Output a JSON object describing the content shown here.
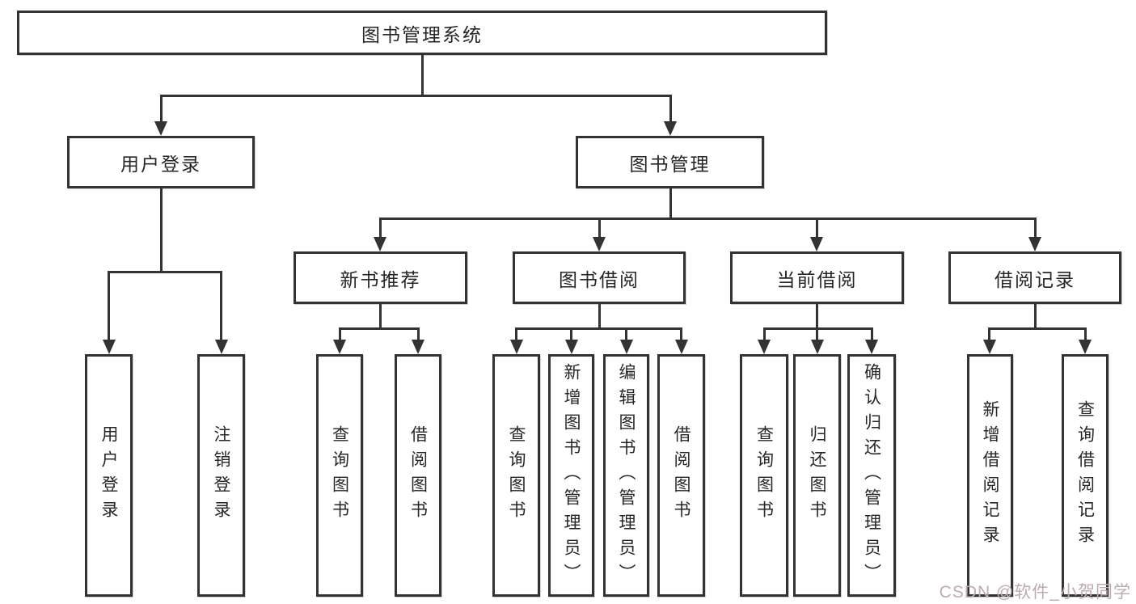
{
  "diagram": {
    "title": "图书管理系统",
    "root": "图书管理系统",
    "branches": [
      {
        "label": "用户登录",
        "leaves": [
          "用户登录",
          "注销登录"
        ]
      },
      {
        "label": "图书管理",
        "groups": [
          {
            "label": "新书推荐",
            "leaves": [
              "查询图书",
              "借阅图书"
            ]
          },
          {
            "label": "图书借阅",
            "leaves": [
              "查询图书",
              "新增图书（管理员）",
              "编辑图书（管理员）",
              "借阅图书"
            ]
          },
          {
            "label": "当前借阅",
            "leaves": [
              "查询图书",
              "归还图书",
              "确认归还（管理员）"
            ]
          },
          {
            "label": "借阅记录",
            "leaves": [
              "新增借阅记录",
              "查询借阅记录"
            ]
          }
        ]
      }
    ]
  },
  "watermark": "CSDN @软件_小贺同学",
  "colors": {
    "line": "#333333",
    "text": "#262626",
    "watermark": "#bcacb0",
    "background": "#ffffff"
  }
}
